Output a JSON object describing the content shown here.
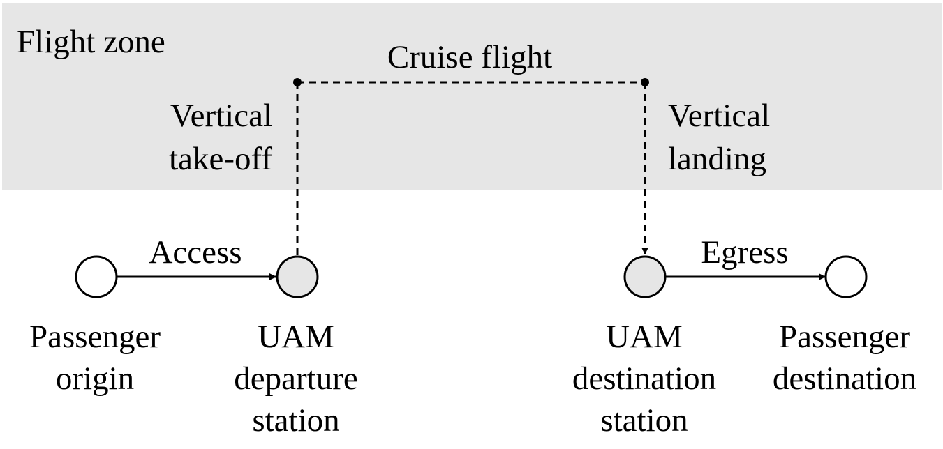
{
  "colors": {
    "zone_fill": "#e6e6e6",
    "station_fill": "#e6e6e6",
    "endpoint_fill": "#ffffff",
    "stroke": "#000000"
  },
  "zone": {
    "label": "Flight zone"
  },
  "flight_path": {
    "cruise_label": "Cruise flight",
    "takeoff_label_line1": "Vertical",
    "takeoff_label_line2": "take-off",
    "landing_label_line1": "Vertical",
    "landing_label_line2": "landing"
  },
  "legs": {
    "access_label": "Access",
    "egress_label": "Egress"
  },
  "nodes": {
    "origin": {
      "line1": "Passenger",
      "line2": "origin"
    },
    "departure_station": {
      "line1": "UAM",
      "line2": "departure",
      "line3": "station"
    },
    "destination_station": {
      "line1": "UAM",
      "line2": "destination",
      "line3": "station"
    },
    "destination": {
      "line1": "Passenger",
      "line2": "destination"
    }
  }
}
